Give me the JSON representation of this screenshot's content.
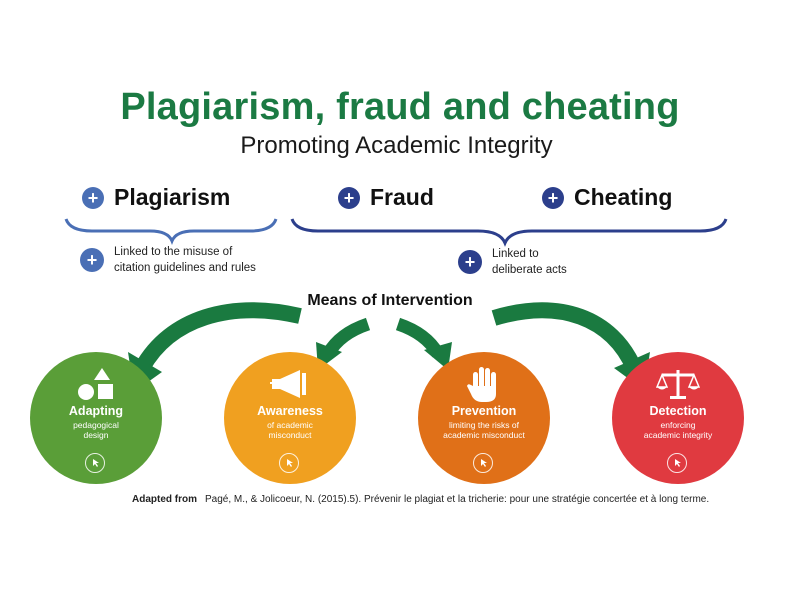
{
  "title": "Plagiarism, fraud and cheating",
  "subtitle": "Promoting Academic Integrity",
  "categories": [
    {
      "label": "Plagiarism",
      "icon": "plus-icon"
    },
    {
      "label": "Fraud",
      "icon": "plus-icon"
    },
    {
      "label": "Cheating",
      "icon": "plus-icon"
    }
  ],
  "notes": {
    "plagiarism": [
      "Linked to the misuse of",
      "citation guidelines and rules"
    ],
    "fraud_cheating": [
      "Linked to",
      "deliberate acts"
    ]
  },
  "means_title": "Means of Intervention",
  "interventions": [
    {
      "title": "Adapting",
      "sub": [
        "pedagogical",
        "design"
      ],
      "icon": "shapes-icon",
      "color": "#5a9e38"
    },
    {
      "title": "Awareness",
      "sub": [
        "of academic",
        "misconduct"
      ],
      "icon": "megaphone-icon",
      "color": "#f0a020"
    },
    {
      "title": "Prevention",
      "sub": [
        "limiting the risks of",
        "academic misconduct"
      ],
      "icon": "hand-icon",
      "color": "#e07018"
    },
    {
      "title": "Detection",
      "sub": [
        "enforcing",
        "academic integrity"
      ],
      "icon": "scales-icon",
      "color": "#e03a40"
    }
  ],
  "colors": {
    "title_green": "#1b7a43",
    "brace_light_blue": "#4a6fb5",
    "brace_dark_blue": "#2c3f8c",
    "arrow_green": "#1a7a40"
  },
  "footer": {
    "label": "Adapted from",
    "citation": "Pagé, M., & Jolicoeur, N. (2015).5). Prévenir le plagiat et la tricherie: pour une stratégie concertée et à long terme."
  }
}
